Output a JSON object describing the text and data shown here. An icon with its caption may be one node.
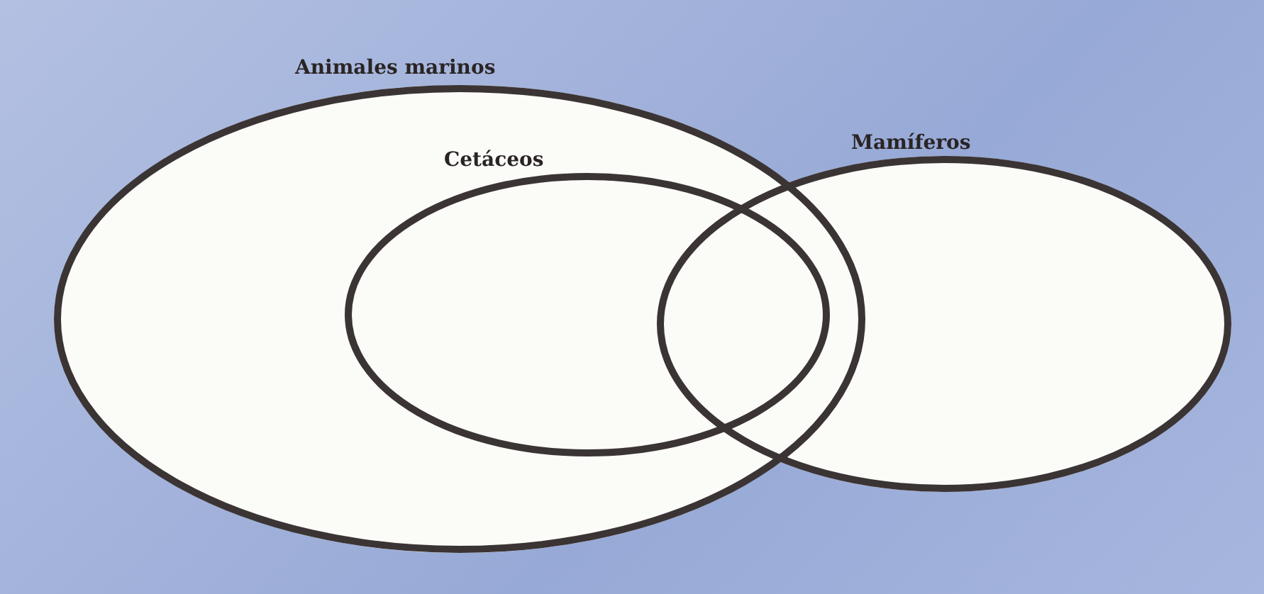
{
  "diagram": {
    "nodes": [
      {
        "text": [
          "Animales marinos"
        ]
      },
      {
        "text": [
          "Cetáceos"
        ],
        "in": 0
      },
      {
        "text": [
          "Mamíferos"
        ]
      }
    ]
  }
}
